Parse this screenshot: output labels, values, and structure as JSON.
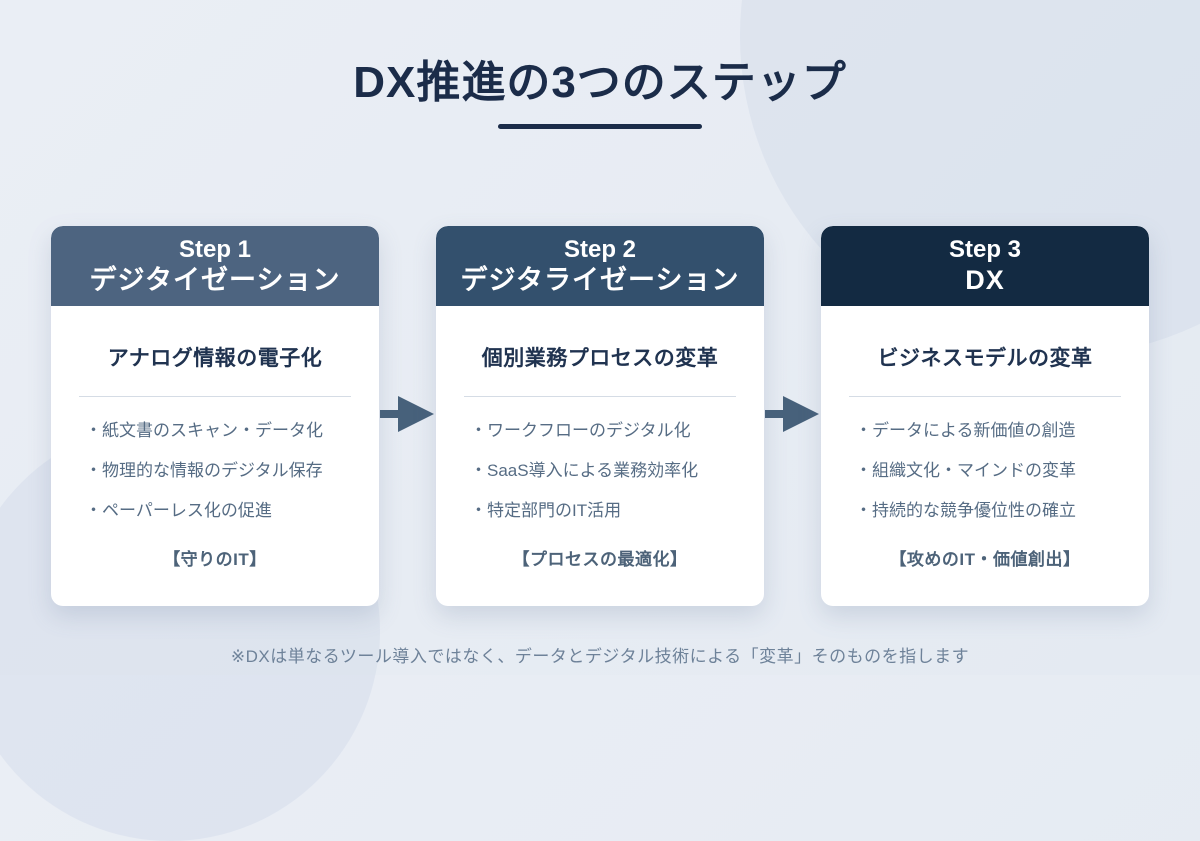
{
  "title": "DX推進の3つのステップ",
  "steps": [
    {
      "step_label": "Step 1",
      "name": "デジタイゼーション",
      "subtitle": "アナログ情報の電子化",
      "bullets": [
        "・紙文書のスキャン・データ化",
        "・物理的な情報のデジタル保存",
        "・ペーパーレス化の促進"
      ],
      "tag": "【守りのIT】",
      "header_color": "#4d6480"
    },
    {
      "step_label": "Step 2",
      "name": "デジタライゼーション",
      "subtitle": "個別業務プロセスの変革",
      "bullets": [
        "・ワークフローのデジタル化",
        "・SaaS導入による業務効率化",
        "・特定部門のIT活用"
      ],
      "tag": "【プロセスの最適化】",
      "header_color": "#33506d"
    },
    {
      "step_label": "Step 3",
      "name": "DX",
      "subtitle": "ビジネスモデルの変革",
      "bullets": [
        "・データによる新価値の創造",
        "・組織文化・マインドの変革",
        "・持続的な競争優位性の確立"
      ],
      "tag": "【攻めのIT・価値創出】",
      "header_color": "#132a42"
    }
  ],
  "footer_note": "※DXは単なるツール導入ではなく、データとデジタル技術による「変革」そのものを指します",
  "colors": {
    "title": "#1b2c49",
    "arrow": "#47617b",
    "bullet_text": "#566c84",
    "page_background": "#e9edf4",
    "card_background": "#ffffff"
  }
}
